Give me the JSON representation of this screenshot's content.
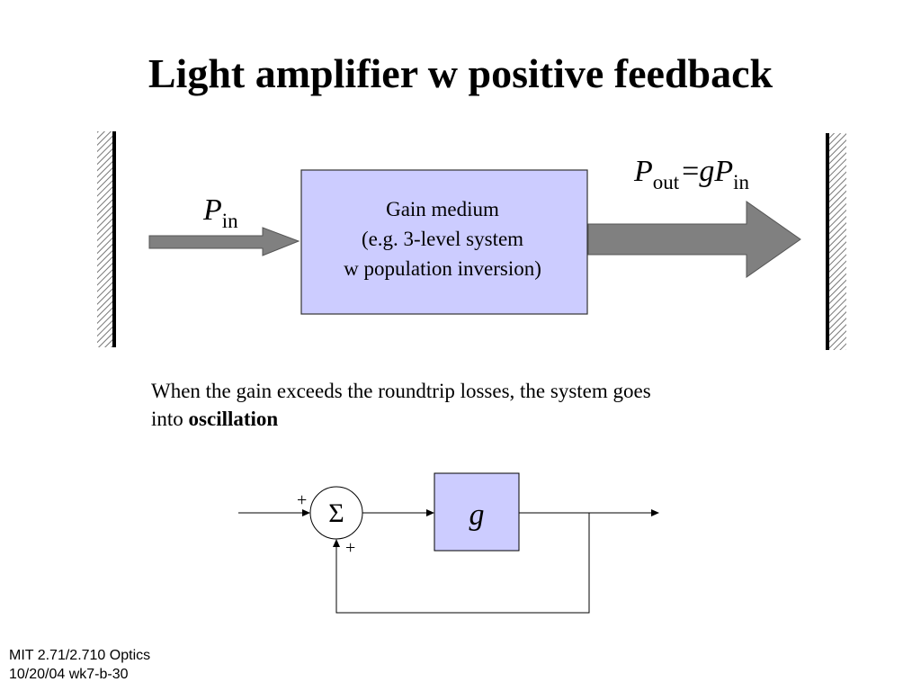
{
  "slide": {
    "title": "Light amplifier w positive feedback"
  },
  "amplifier_diagram": {
    "input_label": {
      "symbol": "P",
      "subscript": "in"
    },
    "output_label": {
      "symbol": "P",
      "subscript": "out",
      "equals": "=",
      "gain": "g",
      "symbol2": "P",
      "subscript2": "in"
    },
    "gain_medium_lines": [
      "Gain medium",
      "(e.g. 3-level system",
      "w population inversion)"
    ],
    "box_fill": "#ccccff",
    "arrow_fill": "#808080"
  },
  "caption": {
    "text_line1": "When the gain exceeds the roundtrip losses, the system goes",
    "text_prefix": "into ",
    "text_bold": "oscillation"
  },
  "feedback_diagram": {
    "summer_symbol": "Σ",
    "plus_top": "+",
    "plus_bottom": "+",
    "gain_label": "g",
    "box_fill": "#ccccff"
  },
  "footer": {
    "line1": "MIT 2.71/2.710 Optics",
    "line2": "10/20/04 wk7-b-30"
  }
}
